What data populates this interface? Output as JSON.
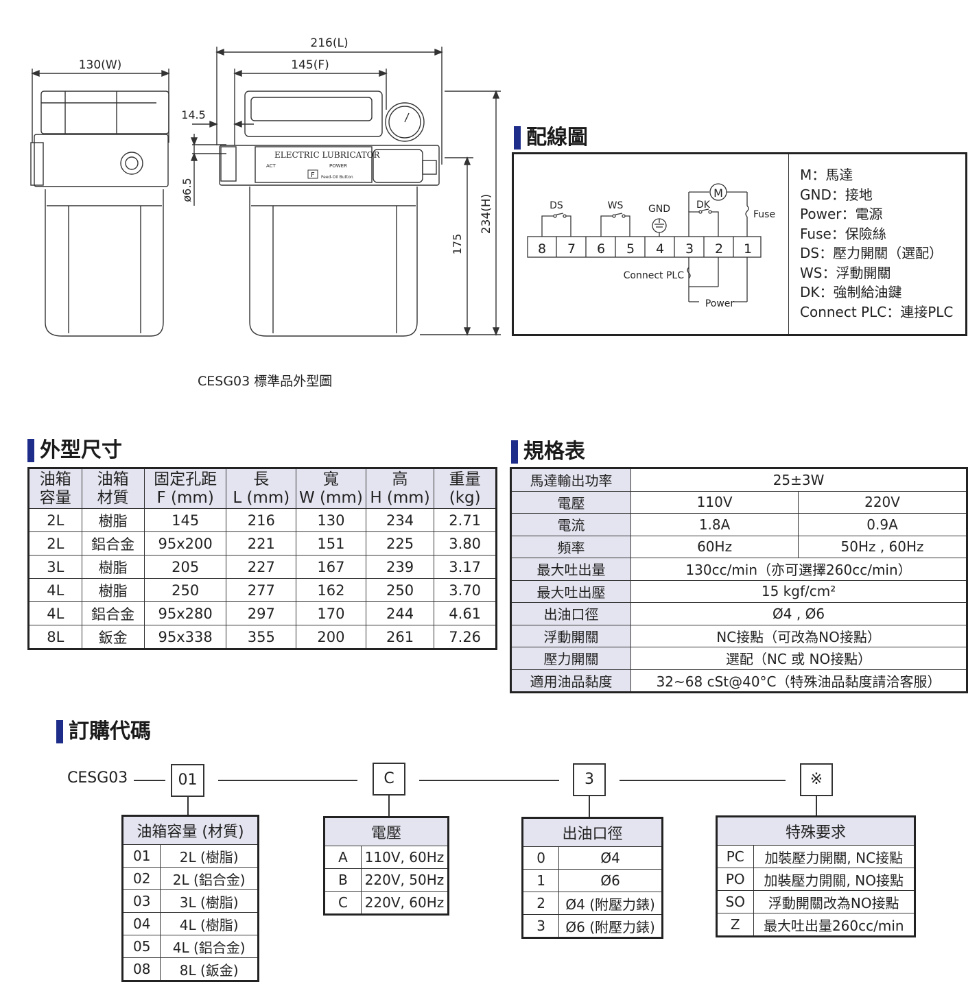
{
  "drawing": {
    "width_label": "130(W)",
    "length_label": "216(L)",
    "fix_label": "145(F)",
    "dim_14_5": "14.5",
    "dim_6_5": "ø6.5",
    "dim_175": "175",
    "dim_234": "234(H)",
    "device_label": "ELECTRIC LUBRICATOR",
    "act_label": "ACT",
    "power_label": "POWER",
    "feed_label": "Feed-Oil Button",
    "f_key": "F",
    "caption": "CESG03 標準品外型圖"
  },
  "wiring": {
    "title": "配線圖",
    "labels": {
      "ds": "DS",
      "ws": "WS",
      "gnd": "GND",
      "dk": "DK",
      "fuse": "Fuse",
      "motor": "M",
      "connect_plc": "Connect PLC",
      "power": "Power"
    },
    "terminals": [
      "8",
      "7",
      "6",
      "5",
      "4",
      "3",
      "2",
      "1"
    ],
    "legend": [
      "M：馬達",
      "GND：接地",
      "Power：電源",
      "Fuse：保險絲",
      "DS：壓力開關（選配）",
      "WS：浮動開關",
      "DK：強制給油鍵",
      "Connect PLC：連接PLC"
    ]
  },
  "dimensions": {
    "title": "外型尺寸",
    "headers": [
      [
        "油箱",
        "容量"
      ],
      [
        "油箱",
        "材質"
      ],
      [
        "固定孔距",
        "F (mm)"
      ],
      [
        "長",
        "L (mm)"
      ],
      [
        "寬",
        "W (mm)"
      ],
      [
        "高",
        "H (mm)"
      ],
      [
        "重量",
        "(kg)"
      ]
    ],
    "rows": [
      [
        "2L",
        "樹脂",
        "145",
        "216",
        "130",
        "234",
        "2.71"
      ],
      [
        "2L",
        "鋁合金",
        "95x200",
        "221",
        "151",
        "225",
        "3.80"
      ],
      [
        "3L",
        "樹脂",
        "205",
        "227",
        "167",
        "239",
        "3.17"
      ],
      [
        "4L",
        "樹脂",
        "250",
        "277",
        "162",
        "250",
        "3.70"
      ],
      [
        "4L",
        "鋁合金",
        "95x280",
        "297",
        "170",
        "244",
        "4.61"
      ],
      [
        "8L",
        "鈑金",
        "95x338",
        "355",
        "200",
        "261",
        "7.26"
      ]
    ]
  },
  "specs": {
    "title": "規格表",
    "motor_power": {
      "label": "馬達輸出功率",
      "value": "25±3W"
    },
    "voltage": {
      "label": "電壓",
      "v1": "110V",
      "v2": "220V"
    },
    "current": {
      "label": "電流",
      "v1": "1.8A",
      "v2": "0.9A"
    },
    "frequency": {
      "label": "頻率",
      "v1": "60Hz",
      "v2": "50Hz , 60Hz"
    },
    "max_output": {
      "label": "最大吐出量",
      "value": "130cc/min（亦可選擇260cc/min）"
    },
    "max_pressure": {
      "label": "最大吐出壓",
      "value": "15 kgf/cm²"
    },
    "outlet": {
      "label": "出油口徑",
      "value": "Ø4 , Ø6"
    },
    "float_switch": {
      "label": "浮動開關",
      "value": "NC接點（可改為NO接點）"
    },
    "pressure_switch": {
      "label": "壓力開關",
      "value": "選配（NC 或 NO接點）"
    },
    "viscosity": {
      "label": "適用油品黏度",
      "value": "32~68 cSt@40°C（特殊油品黏度請洽客服）"
    }
  },
  "ordering": {
    "title": "訂購代碼",
    "prefix": "CESG03",
    "codes": [
      "01",
      "C",
      "3",
      "※"
    ],
    "tank": {
      "header": "油箱容量 (材質)",
      "rows": [
        [
          "01",
          "2L (樹脂)"
        ],
        [
          "02",
          "2L (鋁合金)"
        ],
        [
          "03",
          "3L (樹脂)"
        ],
        [
          "04",
          "4L (樹脂)"
        ],
        [
          "05",
          "4L (鋁合金)"
        ],
        [
          "08",
          "8L (鈑金)"
        ]
      ]
    },
    "voltage": {
      "header": "電壓",
      "rows": [
        [
          "A",
          "110V, 60Hz"
        ],
        [
          "B",
          "220V, 50Hz"
        ],
        [
          "C",
          "220V, 60Hz"
        ]
      ]
    },
    "outlet": {
      "header": "出油口徑",
      "rows": [
        [
          "0",
          "Ø4"
        ],
        [
          "1",
          "Ø6"
        ],
        [
          "2",
          "Ø4 (附壓力錶)"
        ],
        [
          "3",
          "Ø6 (附壓力錶)"
        ]
      ]
    },
    "special": {
      "header": "特殊要求",
      "rows": [
        [
          "PC",
          "加裝壓力開關, NC接點"
        ],
        [
          "PO",
          "加裝壓力開關, NO接點"
        ],
        [
          "SO",
          "浮動開關改為NO接點"
        ],
        [
          "Z",
          "最大吐出量260cc/min"
        ]
      ]
    }
  }
}
